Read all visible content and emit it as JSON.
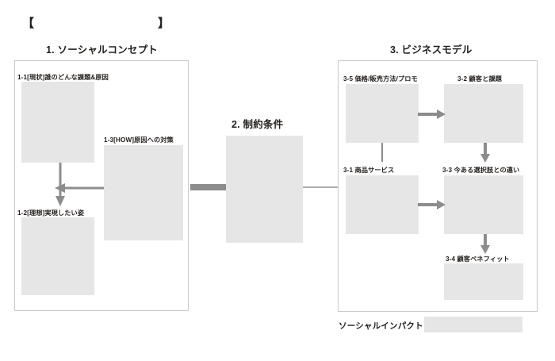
{
  "header": {
    "bracket_title": "【                              】"
  },
  "sections": [
    {
      "id": "social-concept",
      "title": "1. ソーシャルコンセプト",
      "boxes": [
        {
          "id": "1-1",
          "label": "1-1[現状]誰のどんな課題&原因"
        },
        {
          "id": "1-3",
          "label": "1-3[HOW]原因への対策"
        },
        {
          "id": "1-2",
          "label": "1-2[理想]実現したい姿"
        }
      ]
    },
    {
      "id": "constraints",
      "title": "2. 制約条件",
      "boxes": []
    },
    {
      "id": "business-model",
      "title": "3. ビジネスモデル",
      "boxes": [
        {
          "id": "3-5",
          "label": "3-5 価格/販売方法/プロモ"
        },
        {
          "id": "3-2",
          "label": "3-2 顧客と課題"
        },
        {
          "id": "3-1",
          "label": "3-1 商品サービス"
        },
        {
          "id": "3-3",
          "label": "3-3 今ある選択肢との違い"
        },
        {
          "id": "3-4",
          "label": "3-4 顧客ベネフィット"
        }
      ]
    }
  ],
  "footer": {
    "impact_label": "ソーシャルインパクト"
  },
  "colors": {
    "fill": "#e6e6e6",
    "panel_border": "#c9c9c9",
    "arrow": "#8c8c8c",
    "thin_arrow": "#909090",
    "text": "#231f1c",
    "background": "#ffffff"
  }
}
